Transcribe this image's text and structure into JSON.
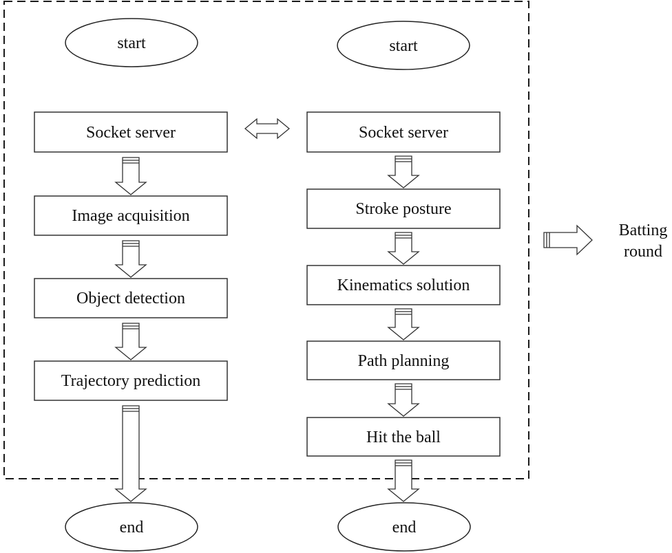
{
  "left_flow": {
    "start_label": "start",
    "steps": [
      "Socket server",
      "Image acquisition",
      "Object detection",
      "Trajectory prediction"
    ],
    "end_label": "end"
  },
  "right_flow": {
    "start_label": "start",
    "steps": [
      "Socket server",
      "Stroke posture",
      "Kinematics solution",
      "Path planning",
      "Hit the ball"
    ],
    "end_label": "end"
  },
  "output": {
    "label_line1": "Batting",
    "label_line2": "round"
  }
}
